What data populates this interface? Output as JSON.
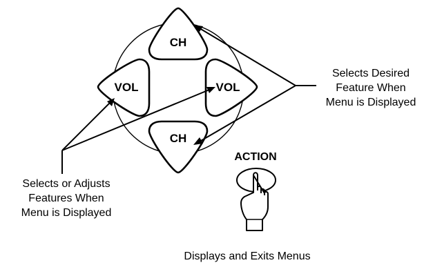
{
  "remote_pad": {
    "ch_up_label": "CH",
    "ch_down_label": "CH",
    "vol_left_label": "VOL",
    "vol_right_label": "VOL"
  },
  "captions": {
    "right": [
      "Selects Desired",
      "Feature When",
      "Menu is Displayed"
    ],
    "left": [
      "Selects or Adjusts",
      "Features When",
      "Menu is Displayed"
    ],
    "bottom": "Displays and Exits Menus"
  },
  "action_button": {
    "label": "ACTION",
    "icon": "pointing-hand-icon"
  }
}
